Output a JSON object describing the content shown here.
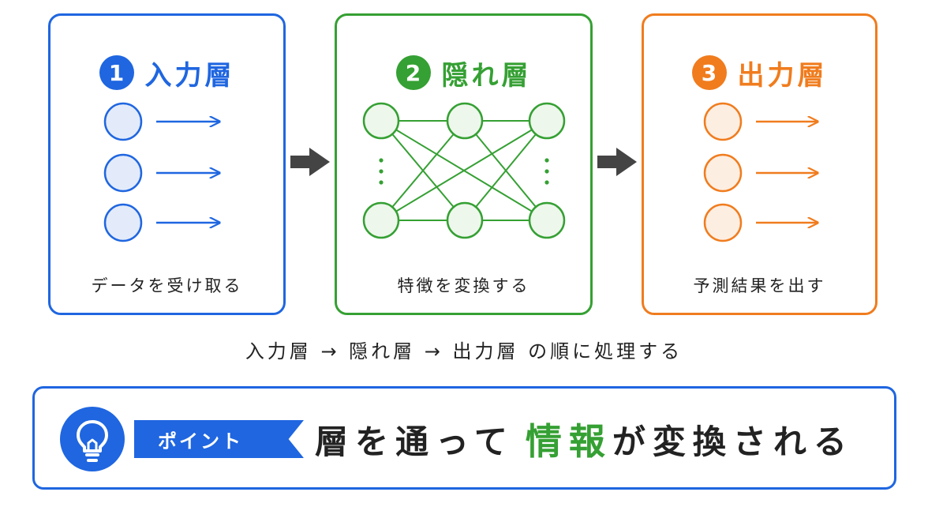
{
  "input_layer": {
    "number": "1",
    "title": "入力層",
    "caption": "データを受け取る",
    "color": "#1f66e0",
    "node_count": 3
  },
  "hidden_layer": {
    "number": "2",
    "title": "隠れ層",
    "caption": "特徴を変換する",
    "color": "#35a033",
    "ellipsis": "⋮"
  },
  "output_layer": {
    "number": "3",
    "title": "出力層",
    "caption": "予測結果を出す",
    "color": "#f07c1e",
    "node_count": 3
  },
  "flow_text": "入力層 → 隠れ層 → 出力層 の順に処理する",
  "point": {
    "icon": "lightbulb-icon",
    "label": "ポイント",
    "message_before": "層を通って",
    "message_highlight": "情報",
    "message_after": "が変換される",
    "highlight_color": "#35a033"
  }
}
